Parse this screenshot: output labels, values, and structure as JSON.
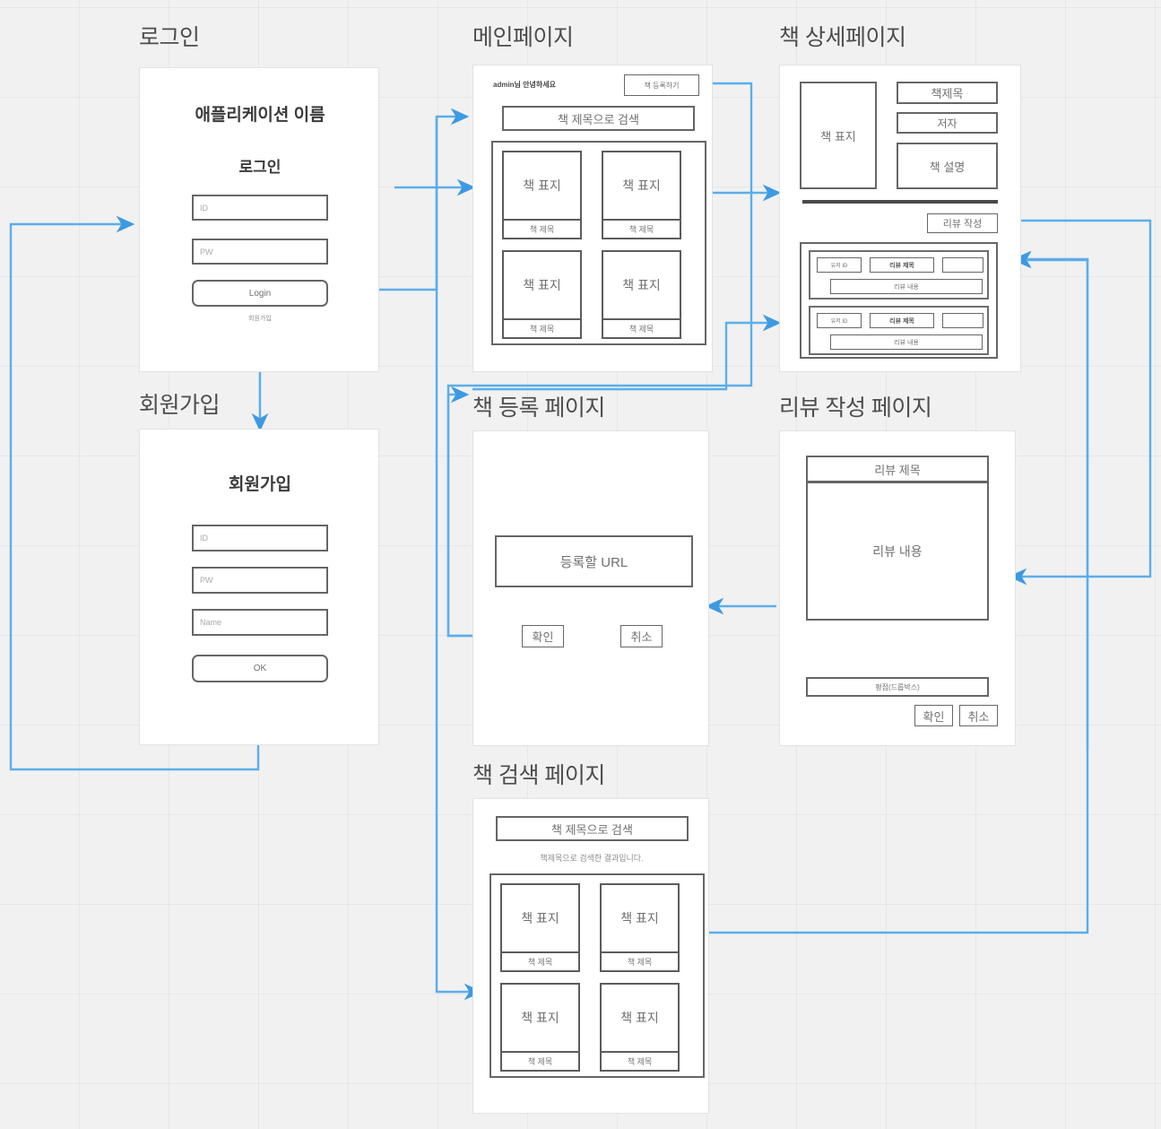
{
  "diagram": {
    "title": "Book review application wireflow",
    "accent_color": "#3d9ae2",
    "frame_border_color": "#e2e2e2",
    "widget_border_color": "#666666",
    "background_color": "#f1f1f1"
  },
  "sections": {
    "login": {
      "title": "로그인",
      "app_name": "애플리케이션 이름",
      "form_heading": "로그인",
      "id_placeholder": "ID",
      "pw_placeholder": "PW",
      "login_button": "Login",
      "signup_link": "회원가입"
    },
    "signup": {
      "title": "회원가입",
      "form_heading": "회원가입",
      "id_placeholder": "ID",
      "pw_placeholder": "PW",
      "name_placeholder": "Name",
      "ok_button": "OK"
    },
    "main": {
      "title": "메인페이지",
      "greeting": "admin님 안녕하세요",
      "register_book_button": "책 등록하기",
      "search_bar": "책 제목으로 검색",
      "books": [
        {
          "cover": "책 표지",
          "title": "책 제목"
        },
        {
          "cover": "책 표지",
          "title": "책 제목"
        },
        {
          "cover": "책 표지",
          "title": "책 제목"
        },
        {
          "cover": "책 표지",
          "title": "책 제목"
        }
      ]
    },
    "book_detail": {
      "title": "책 상세페이지",
      "cover": "책 표지",
      "book_title": "책제목",
      "author": "저자",
      "description": "책 설명",
      "write_review_button": "리뷰 작성",
      "reviews": [
        {
          "user_id": "유저 ID",
          "review_title": "리뷰 제목",
          "rating": "",
          "content": "리뷰 내용"
        },
        {
          "user_id": "유저 ID",
          "review_title": "리뷰 제목",
          "rating": "",
          "content": "리뷰 내용"
        }
      ]
    },
    "book_register": {
      "title": "책 등록 페이지",
      "url_field": "등록할 URL",
      "confirm_button": "확인",
      "cancel_button": "취소"
    },
    "review_write": {
      "title": "리뷰 작성 페이지",
      "review_title_field": "리뷰 제목",
      "review_content_field": "리뷰 내용",
      "rating_select": "평점(드롭박스)",
      "confirm_button": "확인",
      "cancel_button": "취소"
    },
    "book_search": {
      "title": "책 검색 페이지",
      "search_bar": "책 제목으로 검색",
      "result_note": "책제목으로 검색한 결과입니다.",
      "books": [
        {
          "cover": "책 표지",
          "title": "책 제목"
        },
        {
          "cover": "책 표지",
          "title": "책 제목"
        },
        {
          "cover": "책 표지",
          "title": "책 제목"
        },
        {
          "cover": "책 표지",
          "title": "책 제목"
        }
      ]
    }
  }
}
